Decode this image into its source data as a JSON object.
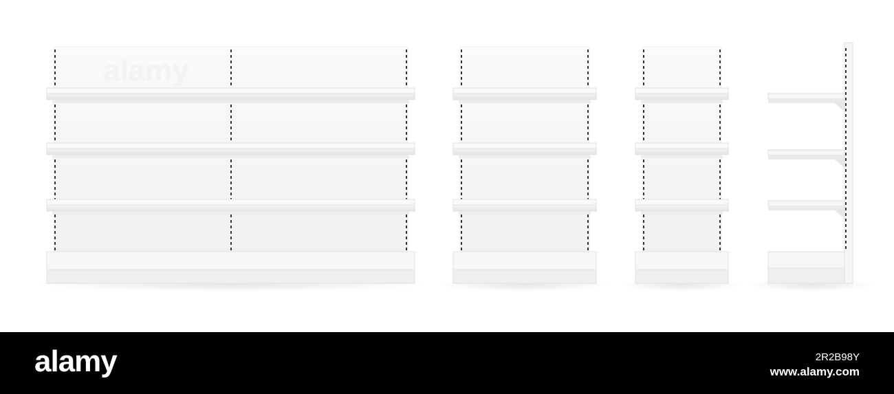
{
  "scene": {
    "subject": "white retail store shelving units",
    "units": [
      {
        "name": "wide-double-bay",
        "shelf_count": 3,
        "has_base": true
      },
      {
        "name": "single-bay",
        "shelf_count": 3,
        "has_base": true
      },
      {
        "name": "narrow-bay",
        "shelf_count": 3,
        "has_base": true
      },
      {
        "name": "side-view-bay",
        "shelf_count": 3,
        "has_base": true
      }
    ],
    "colors": {
      "background": "#ffffff",
      "shelf_face": "#f6f6f6",
      "shelf_top": "#ececec",
      "back_panel": "#f9f9f9",
      "perforation": "#333333",
      "footer_background": "#000000",
      "footer_text": "#ffffff"
    }
  },
  "watermark": {
    "text": "alamy"
  },
  "footer": {
    "logo": "alamy",
    "image_id": "2R2B98Y",
    "url": "www.alamy.com"
  }
}
